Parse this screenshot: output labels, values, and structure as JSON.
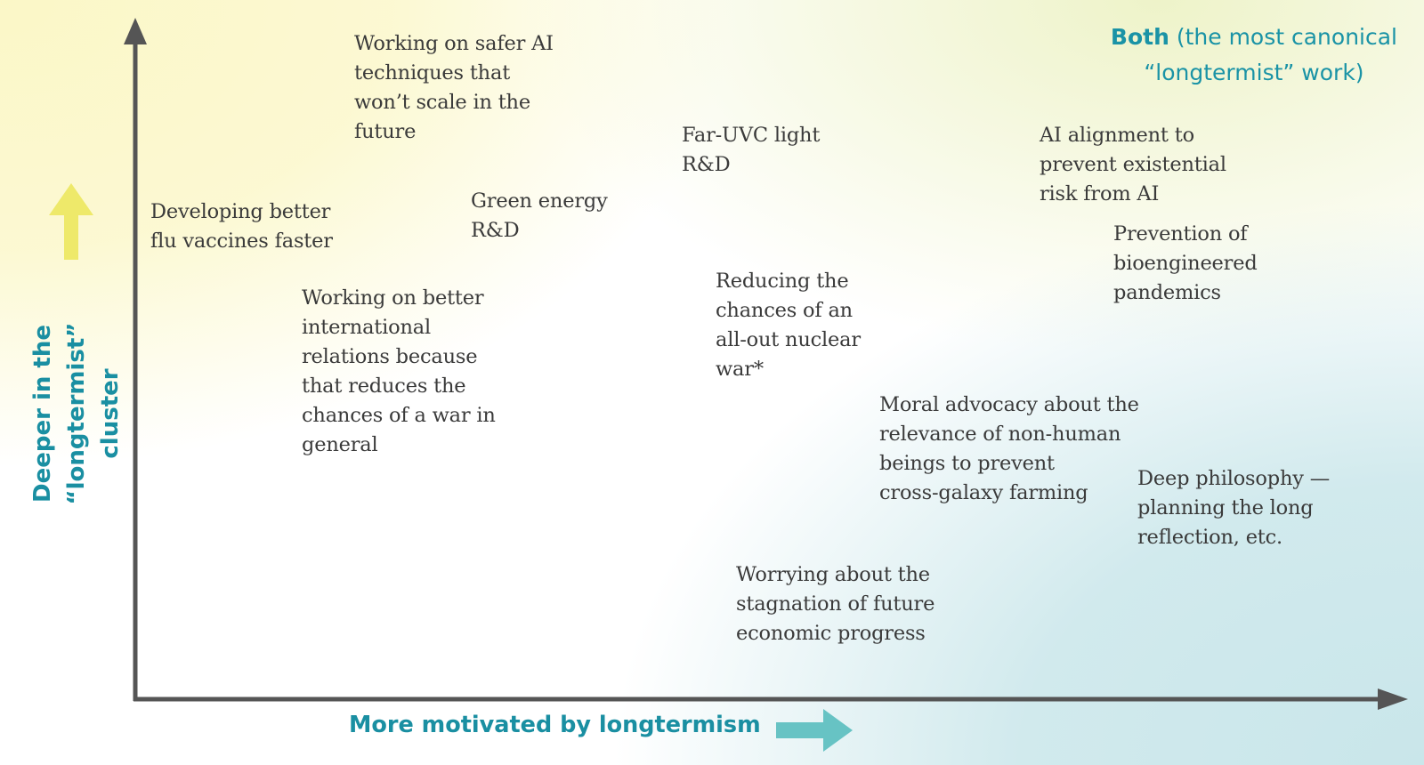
{
  "corner_label": {
    "bold": "Both",
    "rest": " (the most canonical\n“longtermist” work)"
  },
  "axis_labels": {
    "x": "More motivated by longtermism",
    "y": "Deeper in the\n“longtermist” cluster"
  },
  "items": [
    {
      "id": "safer-ai-techniques",
      "text": "Working on safer AI\ntechniques that\nwon’t scale in the\nfuture"
    },
    {
      "id": "far-uvc-light",
      "text": "Far-UVC light\nR&D"
    },
    {
      "id": "ai-alignment",
      "text": "AI alignment to\nprevent existential\nrisk from AI"
    },
    {
      "id": "flu-vaccines",
      "text": "Developing better\nflu vaccines faster"
    },
    {
      "id": "green-energy",
      "text": "Green energy\nR&D"
    },
    {
      "id": "bioengineered-pandemics",
      "text": "Prevention of\nbioengineered\npandemics"
    },
    {
      "id": "nuclear-war",
      "text": "Reducing the\nchances of an\nall-out nuclear\nwar*"
    },
    {
      "id": "international-relations",
      "text": "Working on better\ninternational\nrelations because\nthat reduces the\nchances of a war in\ngeneral"
    },
    {
      "id": "moral-advocacy",
      "text": "Moral advocacy about the\nrelevance of non-human\nbeings to prevent\ncross-galaxy farming"
    },
    {
      "id": "deep-philosophy",
      "text": "Deep philosophy —\nplanning the long\nreflection, etc."
    },
    {
      "id": "economic-stagnation",
      "text": "Worrying about the\nstagnation of future\neconomic progress"
    }
  ],
  "colors": {
    "axis": "#555555",
    "accent_teal": "#1a8fa2",
    "arrow_yellow": "#eee96a",
    "arrow_teal": "#67c3c4",
    "text": "#3a3a3a"
  }
}
